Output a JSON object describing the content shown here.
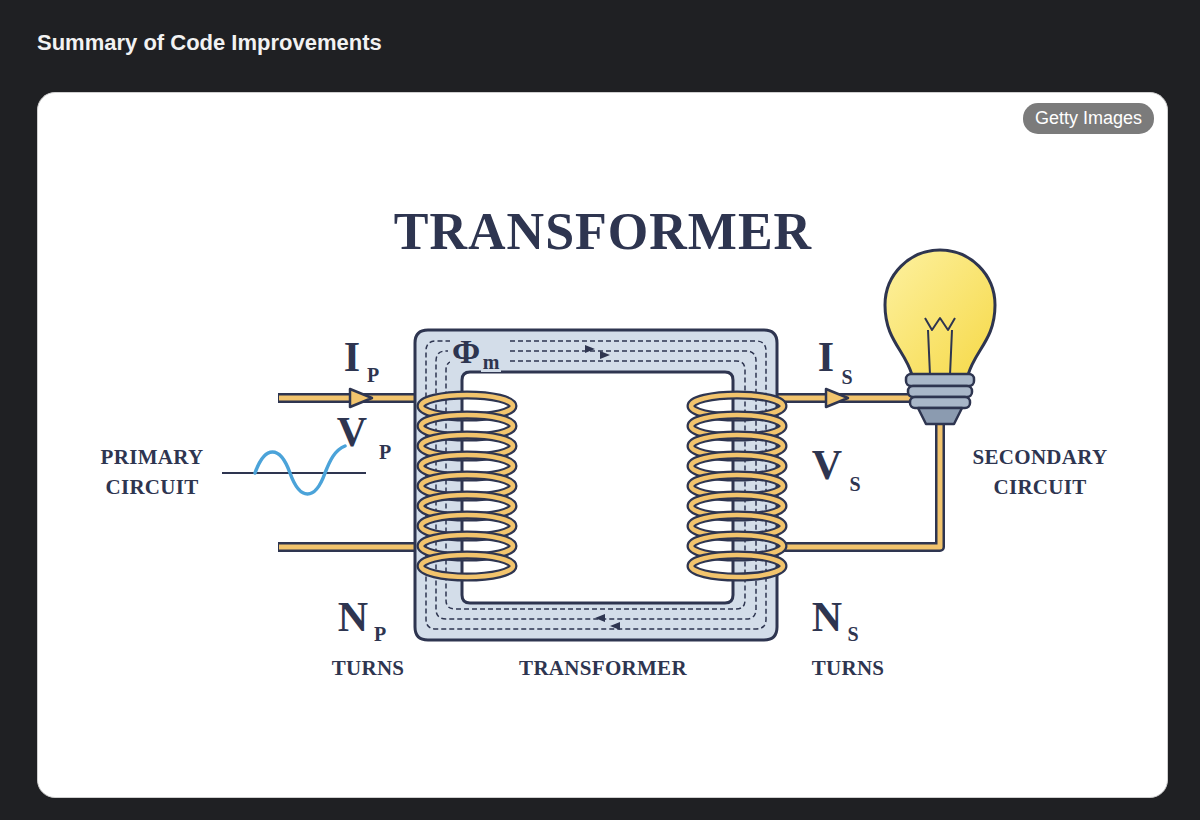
{
  "diagram": {
    "title": "TRANSFORMER",
    "nodes": [
      {
        "text": [
          "Getty Images"
        ]
      }
    ],
    "labels": [
      "Summary of Code Improvements",
      "I",
      "P",
      "V",
      "P",
      "PRIMARY CIRCUIT",
      "Φ",
      "m",
      "I",
      "S",
      "V",
      "S",
      "SECONDARY CIRCUIT",
      "N",
      "P",
      "TURNS",
      "TRANSFORMER",
      "N",
      "S",
      "TURNS"
    ]
  }
}
